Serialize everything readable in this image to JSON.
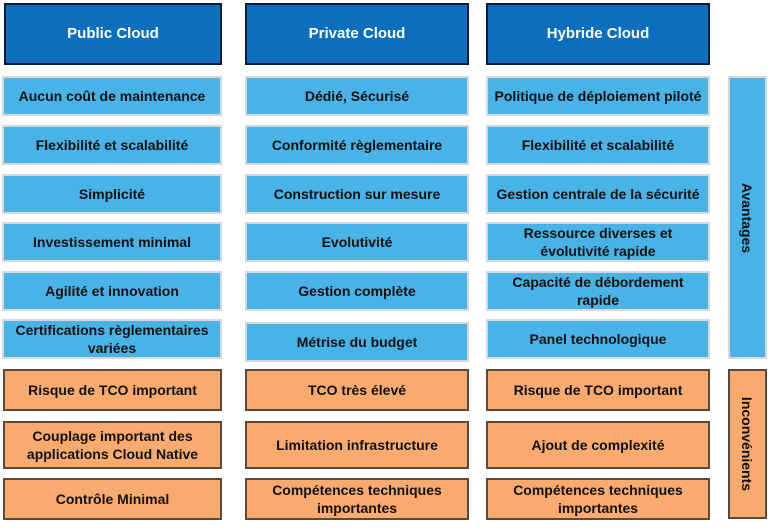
{
  "headers": [
    "Public Cloud",
    "Private Cloud",
    "Hybride Cloud"
  ],
  "advantages": {
    "public": [
      "Aucun coût de maintenance",
      "Flexibilité  et scalabilité",
      "Simplicité",
      "Investissement minimal",
      "Agilité et innovation",
      "Certifications règlementaires variées"
    ],
    "private": [
      "Dédié, Sécurisé",
      "Conformité règlementaire",
      "Construction sur mesure",
      "Evolutivité",
      "Gestion complète",
      "Métrise du budget"
    ],
    "hybrid": [
      "Politique de déploiement piloté",
      "Flexibilité  et scalabilité",
      "Gestion centrale de la sécurité",
      "Ressource diverses et évolutivité rapide",
      "Capacité de débordement rapide",
      "Panel technologique"
    ]
  },
  "disadvantages": {
    "public": [
      "Risque de TCO important",
      "Couplage important des applications Cloud Native",
      "Contrôle Minimal"
    ],
    "private": [
      "TCO  très élevé",
      "Limitation infrastructure",
      "Compétences techniques importantes"
    ],
    "hybrid": [
      "Risque de TCO important",
      "Ajout de complexité",
      "Compétences techniques importantes"
    ]
  },
  "side_labels": {
    "advantages": "Avantages",
    "disadvantages": "Inconvénients"
  },
  "colors": {
    "header": "#0b6fbe",
    "advantage": "#49b2e6",
    "disadvantage": "#f9aa6e"
  }
}
